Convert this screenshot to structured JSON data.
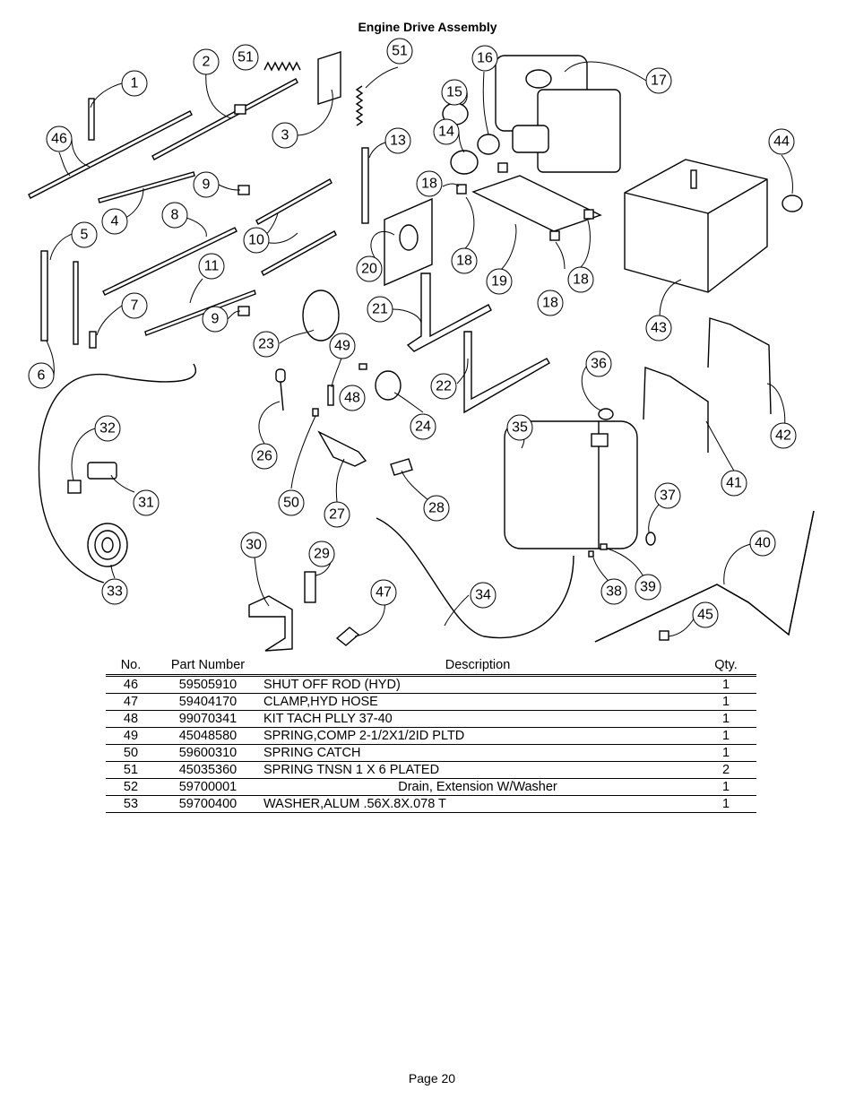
{
  "title": "Engine Drive Assembly",
  "callouts": [
    "1",
    "2",
    "3",
    "4",
    "5",
    "6",
    "7",
    "8",
    "9",
    "9",
    "10",
    "11",
    "13",
    "14",
    "15",
    "16",
    "17",
    "18",
    "18",
    "18",
    "18",
    "19",
    "20",
    "21",
    "22",
    "23",
    "24",
    "26",
    "27",
    "28",
    "29",
    "30",
    "31",
    "32",
    "33",
    "34",
    "35",
    "36",
    "37",
    "38",
    "39",
    "40",
    "41",
    "42",
    "43",
    "44",
    "45",
    "46",
    "47",
    "48",
    "49",
    "50",
    "51",
    "51"
  ],
  "table": {
    "headers": {
      "no": "No.",
      "part_number": "Part Number",
      "description": "Description",
      "qty": "Qty."
    },
    "rows": [
      {
        "no": "46",
        "part_number": "59505910",
        "description": "SHUT OFF ROD (HYD)",
        "qty": "1"
      },
      {
        "no": "47",
        "part_number": "59404170",
        "description": "CLAMP,HYD HOSE",
        "qty": "1"
      },
      {
        "no": "48",
        "part_number": "99070341",
        "description": "KIT TACH PLLY 37-40",
        "qty": "1"
      },
      {
        "no": "49",
        "part_number": "45048580",
        "description": "SPRING,COMP 2-1/2X1/2ID PLTD",
        "qty": "1"
      },
      {
        "no": "50",
        "part_number": "59600310",
        "description": "SPRING CATCH",
        "qty": "1"
      },
      {
        "no": "51",
        "part_number": "45035360",
        "description": "SPRING TNSN 1 X 6 PLATED",
        "qty": "2"
      },
      {
        "no": "52",
        "part_number": "59700001",
        "description": "Drain, Extension W/Washer",
        "qty": "1"
      },
      {
        "no": "53",
        "part_number": "59700400",
        "description": "WASHER,ALUM .56X.8X.078 T",
        "qty": "1"
      }
    ]
  },
  "page": "Page 20"
}
